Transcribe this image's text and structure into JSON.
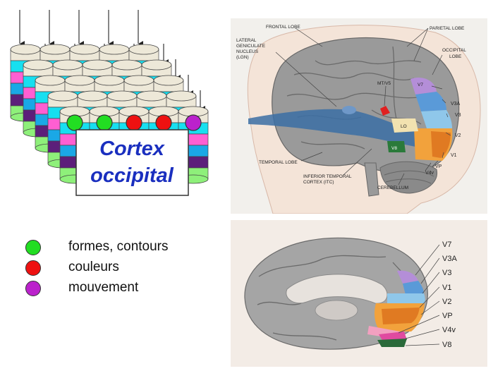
{
  "column_block": {
    "title_line1": "Cortex",
    "title_line2": "occipital",
    "title_color": "#1a2fbf",
    "layer_colors": [
      "#ede8d8",
      "#17dff0",
      "#ff5fd2",
      "#1aa8e6",
      "#5c1f7a",
      "#8ef07a"
    ],
    "dot_colors": [
      "#22dd22",
      "#22dd22",
      "#ee1111",
      "#ee1111",
      "#bb22cc"
    ]
  },
  "legend": [
    {
      "label": "formes, contours",
      "color": "#22dd22"
    },
    {
      "label": "couleurs",
      "color": "#ee1111"
    },
    {
      "label": "mouvement",
      "color": "#bb22cc"
    }
  ],
  "lateral_view": {
    "labels": {
      "frontal_lobe": "FRONTAL LOBE",
      "lgn_1": "LATERAL",
      "lgn_2": "GENICULATE",
      "lgn_3": "NUCLEUS",
      "lgn_4": "(LGN)",
      "parietal_lobe": "PARIETAL LOBE",
      "occipital_lobe_1": "OCCIPITAL",
      "occipital_lobe_2": "LOBE",
      "mt_v5": "MT/V5",
      "v7": "V7",
      "v3a": "V3A",
      "v3": "V3",
      "lo": "LO",
      "v2": "V2",
      "v8": "V8",
      "v1": "V1",
      "vp": "VP",
      "v4v": "V4v",
      "temporal_lobe": "TEMPORAL LOBE",
      "itc_1": "INFERIOR TEMPORAL",
      "itc_2": "CORTEX (ITC)",
      "cerebellum": "CEREBELLUM"
    }
  },
  "medial_view": {
    "labels": {
      "v7": "V7",
      "v3a": "V3A",
      "v3": "V3",
      "v1": "V1",
      "v2": "V2",
      "vp": "VP",
      "v4v": "V4v",
      "v8": "V8"
    }
  }
}
